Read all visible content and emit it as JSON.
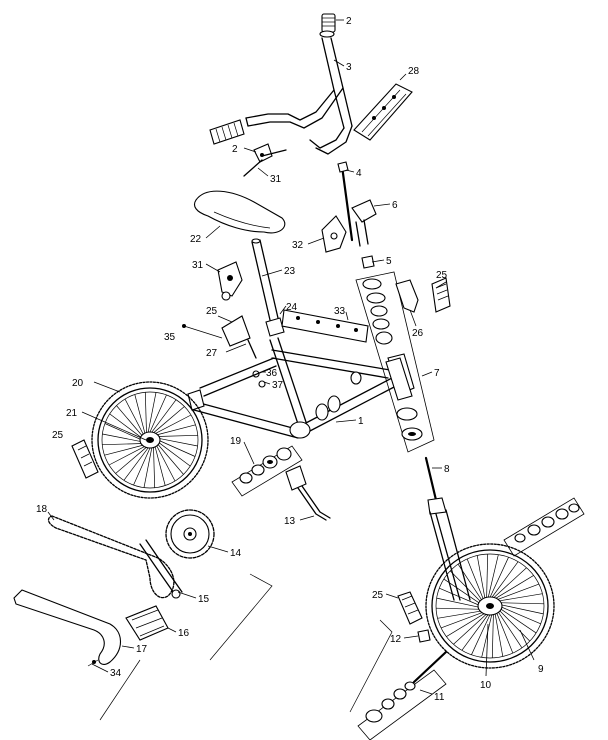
{
  "callouts": [
    {
      "id": "c2a",
      "text": "2"
    },
    {
      "id": "c3",
      "text": "3"
    },
    {
      "id": "c28",
      "text": "28"
    },
    {
      "id": "c2b",
      "text": "2"
    },
    {
      "id": "c31a",
      "text": "31"
    },
    {
      "id": "c4",
      "text": "4"
    },
    {
      "id": "c6",
      "text": "6"
    },
    {
      "id": "c22",
      "text": "22"
    },
    {
      "id": "c32",
      "text": "32"
    },
    {
      "id": "c5",
      "text": "5"
    },
    {
      "id": "c31b",
      "text": "31"
    },
    {
      "id": "c23",
      "text": "23"
    },
    {
      "id": "c25a",
      "text": "25"
    },
    {
      "id": "c24",
      "text": "24"
    },
    {
      "id": "c33",
      "text": "33"
    },
    {
      "id": "c26",
      "text": "26"
    },
    {
      "id": "c35",
      "text": "35"
    },
    {
      "id": "c25b",
      "text": "25"
    },
    {
      "id": "c27",
      "text": "27"
    },
    {
      "id": "c36",
      "text": "36"
    },
    {
      "id": "c37",
      "text": "37"
    },
    {
      "id": "c7",
      "text": "7"
    },
    {
      "id": "c20",
      "text": "20"
    },
    {
      "id": "c21",
      "text": "21"
    },
    {
      "id": "c1",
      "text": "1"
    },
    {
      "id": "c25c",
      "text": "25"
    },
    {
      "id": "c19",
      "text": "19"
    },
    {
      "id": "c8",
      "text": "8"
    },
    {
      "id": "c18",
      "text": "18"
    },
    {
      "id": "c13",
      "text": "13"
    },
    {
      "id": "c14",
      "text": "14"
    },
    {
      "id": "c15",
      "text": "15"
    },
    {
      "id": "c25d",
      "text": "25"
    },
    {
      "id": "c16",
      "text": "16"
    },
    {
      "id": "c12",
      "text": "12"
    },
    {
      "id": "c17",
      "text": "17"
    },
    {
      "id": "c9",
      "text": "9"
    },
    {
      "id": "c10",
      "text": "10"
    },
    {
      "id": "c34",
      "text": "34"
    },
    {
      "id": "c11",
      "text": "11"
    }
  ]
}
